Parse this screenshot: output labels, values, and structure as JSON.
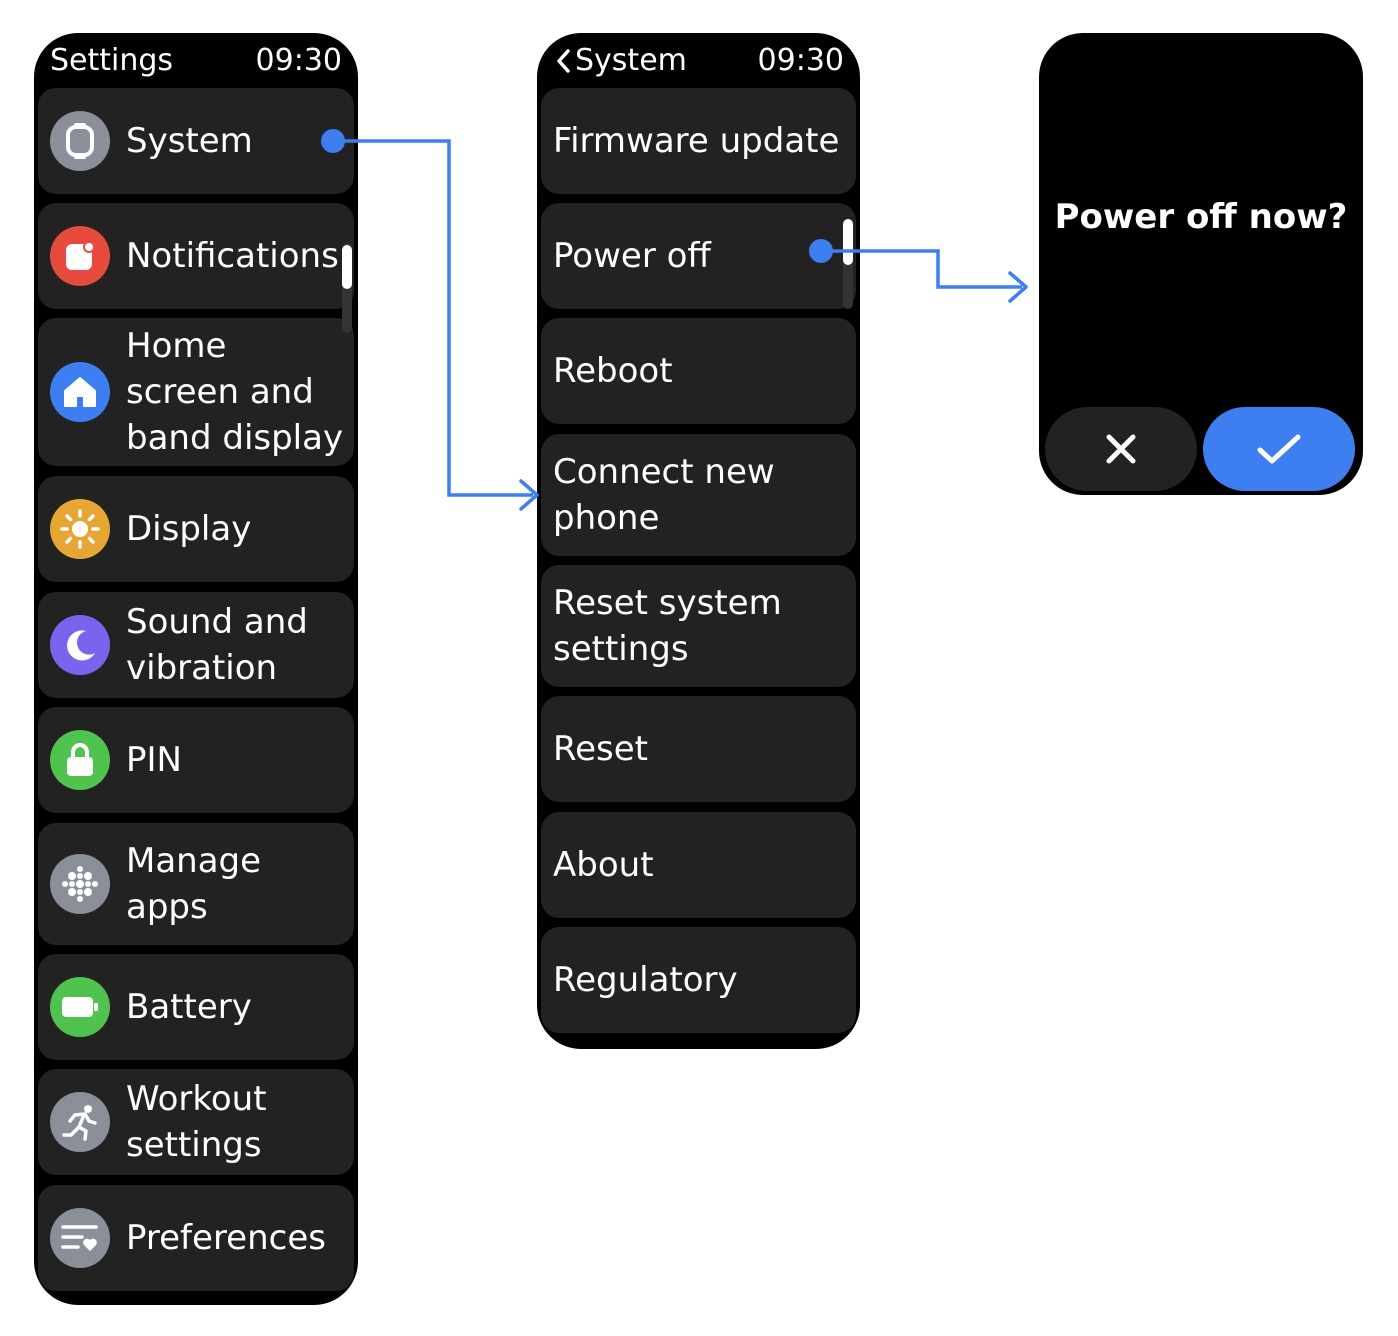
{
  "settings_screen": {
    "title": "Settings",
    "time": "09:30",
    "items": [
      {
        "label": "System",
        "icon": "watch-icon",
        "color": "#8a8f99"
      },
      {
        "label": "Notifications",
        "icon": "notification-icon",
        "color": "#e84a3f"
      },
      {
        "label": "Home screen and band display",
        "icon": "home-icon",
        "color": "#3d7ff0"
      },
      {
        "label": "Display",
        "icon": "sun-icon",
        "color": "#e7a534"
      },
      {
        "label": "Sound and vibration",
        "icon": "moon-icon",
        "color": "#7b63f0"
      },
      {
        "label": "PIN",
        "icon": "lock-icon",
        "color": "#4fc24f"
      },
      {
        "label": "Manage apps",
        "icon": "apps-grid-icon",
        "color": "#8a8f99"
      },
      {
        "label": "Battery",
        "icon": "battery-icon",
        "color": "#4fc24f"
      },
      {
        "label": "Workout settings",
        "icon": "runner-icon",
        "color": "#8a8f99"
      },
      {
        "label": "Preferences",
        "icon": "preferences-icon",
        "color": "#8a8f99"
      }
    ]
  },
  "system_screen": {
    "title": "System",
    "time": "09:30",
    "items": [
      {
        "label": "Firmware update"
      },
      {
        "label": "Power off"
      },
      {
        "label": "Reboot"
      },
      {
        "label": "Connect new phone"
      },
      {
        "label": "Reset system settings"
      },
      {
        "label": "Reset"
      },
      {
        "label": "About"
      },
      {
        "label": "Regulatory"
      }
    ]
  },
  "confirm_screen": {
    "question": "Power off now?",
    "cancel_icon": "close-icon",
    "confirm_icon": "checkmark-icon"
  },
  "colors": {
    "accent": "#3d7ff0",
    "row_background": "#222222",
    "screen_background": "#000000"
  }
}
